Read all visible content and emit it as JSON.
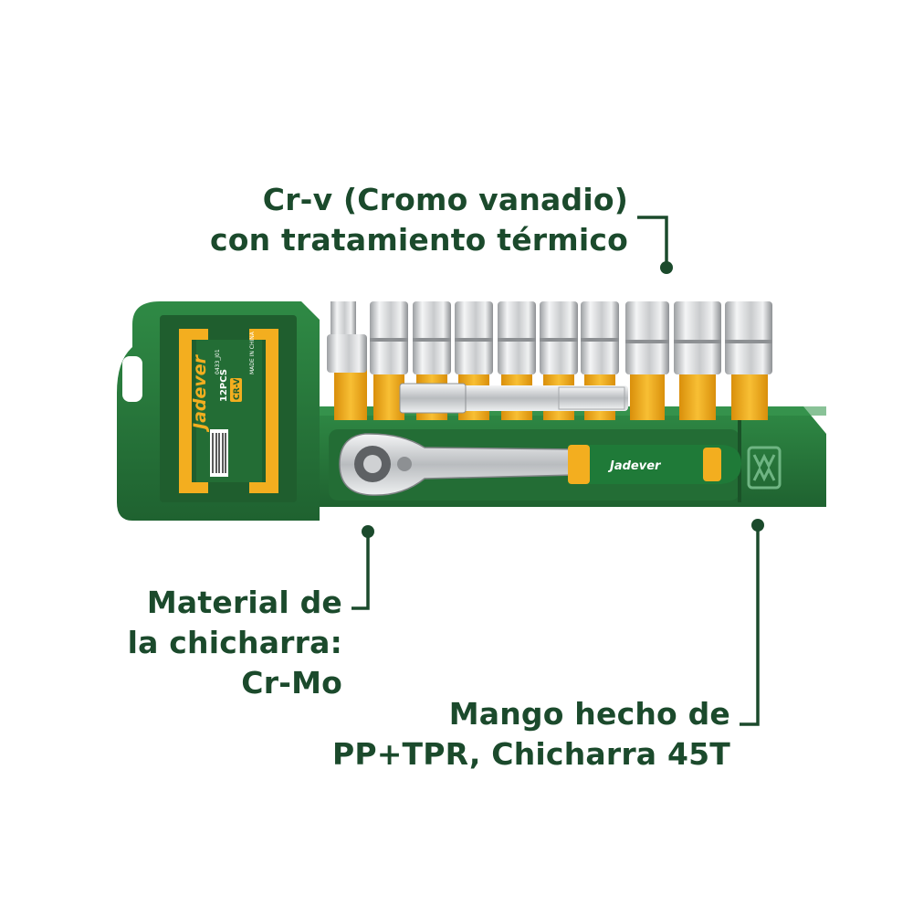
{
  "product": {
    "brand": "Jadever",
    "pack_count": "12PCS",
    "material_badge": "CR-V",
    "model_code": "0433_J01",
    "origin": "MADE IN CHINA"
  },
  "callouts": {
    "top": {
      "line1": "Cr-v (Cromo vanadio)",
      "line2": "con tratamiento térmico"
    },
    "left": {
      "line1": "Material de",
      "line2": "la chicharra:",
      "line3": "Cr-Mo"
    },
    "right": {
      "line1": "Mango hecho de",
      "line2": "PP+TPR, Chicharra 45T"
    }
  },
  "colors": {
    "text": "#1b4a2c",
    "case_green": "#2a7a3d",
    "case_dark": "#1f5e2e",
    "accent_yellow": "#f3ae1f",
    "chrome": "#d8dadb"
  }
}
